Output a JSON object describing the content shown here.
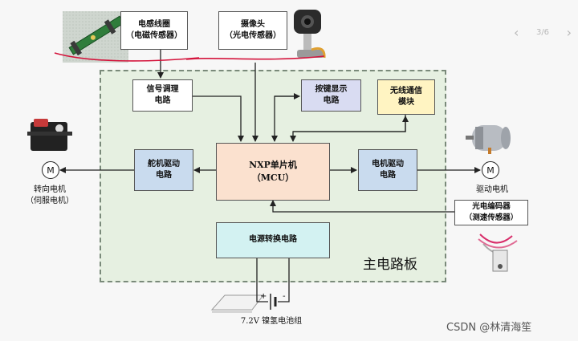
{
  "boxes": {
    "inductive_coil": "电感线圈\n（电磁传感器）",
    "camera": "摄像头\n（光电传感器）",
    "signal_conditioning": "信号调理\n电路",
    "key_display": "按键显示\n电路",
    "wireless": "无线通信\n模块",
    "servo_driver": "舵机驱动\n电路",
    "mcu": "NXP单片机\n（MCU）",
    "motor_driver": "电机驱动\n电路",
    "power_conversion": "电源转换电路",
    "encoder": "光电编码器\n（测速传感器）"
  },
  "labels": {
    "board_title": "主电路板",
    "steering_motor": "转向电机\n（伺服电机）",
    "drive_motor": "驱动电机",
    "battery": "7.2V 镍氢电池组",
    "motor_symbol": "M"
  },
  "battery_marks": {
    "plus": "+",
    "minus": "-"
  },
  "pager": {
    "prev": "‹",
    "text": "3/6",
    "next": "›"
  },
  "watermark": "CSDN @林清海笙",
  "colors": {
    "board": "#e6f0e1",
    "blue_box": "#c9dbee",
    "lavender_box": "#d9dcf2",
    "yellow_box": "#fff4c2",
    "mcu_box": "#fbe1cf",
    "power_box": "#d3f2f2",
    "annotation": "#d4143c"
  }
}
